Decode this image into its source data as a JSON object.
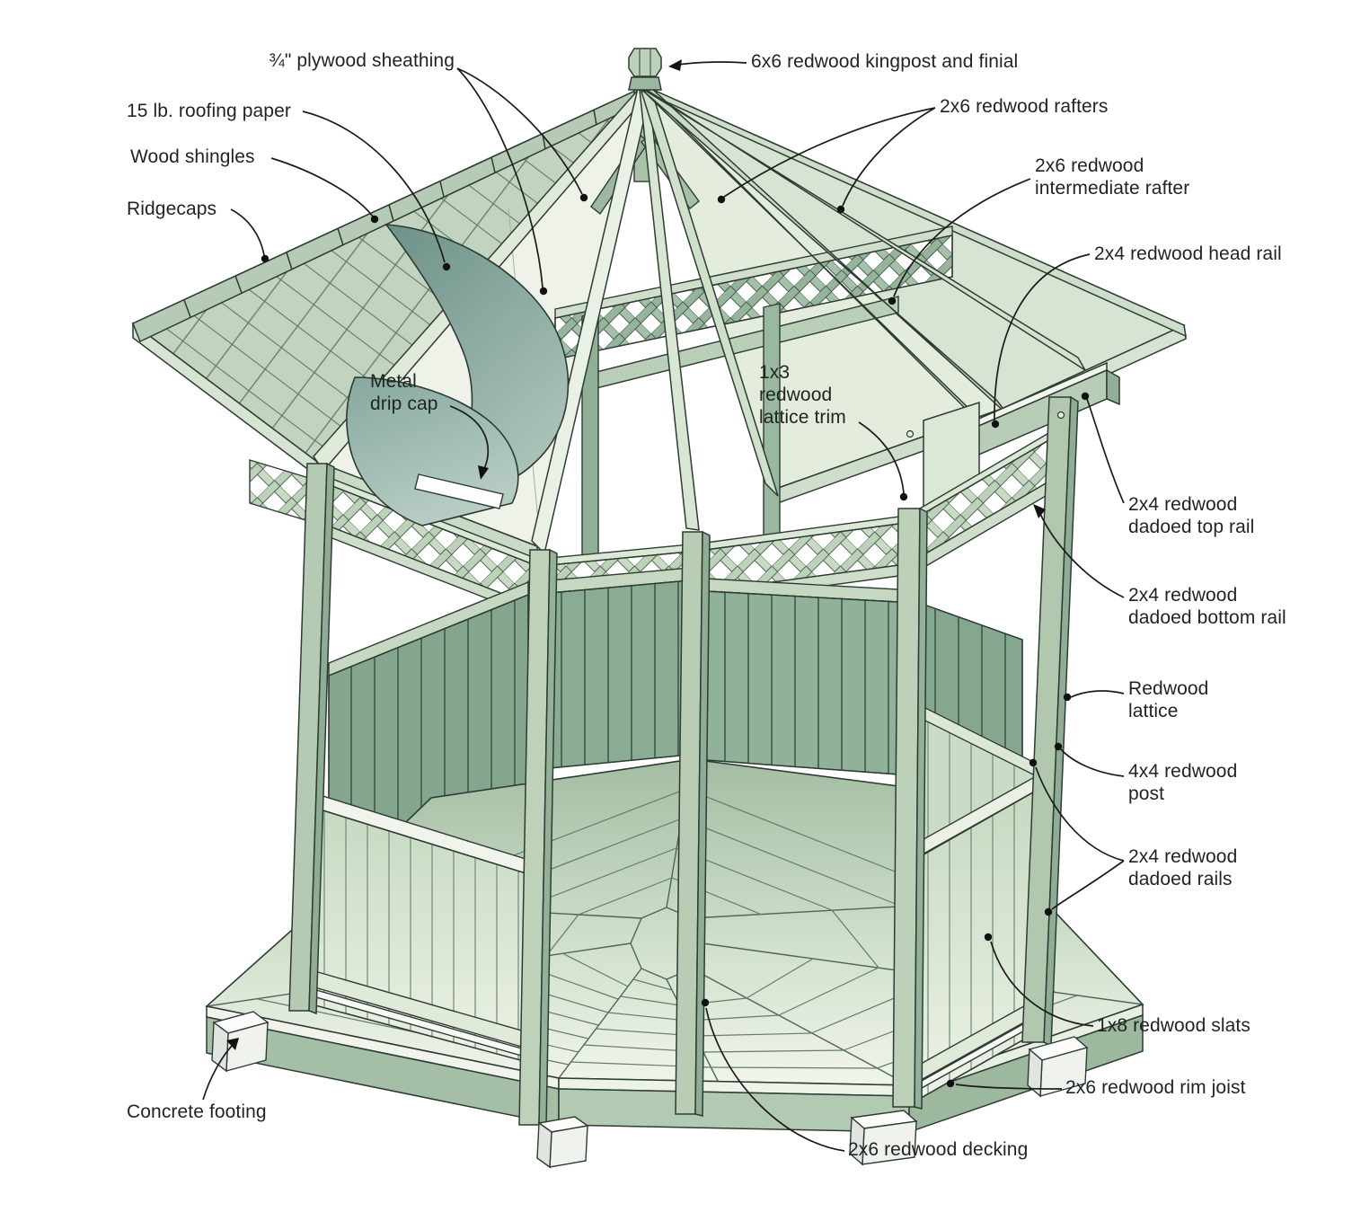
{
  "figure": {
    "labels": {
      "plywood_sheathing": "¾\" plywood sheathing",
      "roofing_paper": "15 lb. roofing paper",
      "wood_shingles": "Wood shingles",
      "ridgecaps": "Ridgecaps",
      "metal_drip_cap": "Metal\ndrip cap",
      "lattice_trim": "1x3\nredwood\nlattice trim",
      "kingpost": "6x6 redwood kingpost and finial",
      "rafters": "2x6 redwood rafters",
      "intermediate_rafter": "2x6 redwood\nintermediate rafter",
      "head_rail": "2x4 redwood head rail",
      "top_rail": "2x4 redwood\ndadoed top rail",
      "bottom_rail": "2x4 redwood\ndadoed bottom rail",
      "lattice": "Redwood\nlattice",
      "post": "4x4 redwood\npost",
      "dadoed_rails": "2x4 redwood\ndadoed rails",
      "slats": "1x8 redwood slats",
      "rim_joist": "2x6 redwood rim joist",
      "decking": "2x6 redwood decking",
      "footing": "Concrete footing"
    },
    "colors": {
      "ink": "#1f2421",
      "outline": "#2e3b33",
      "wood_light": "#e9f0e4",
      "wood_mid": "#b9cfb7",
      "wood_dark": "#86a791",
      "paper_teal": "#769a90",
      "background": "#ffffff"
    }
  }
}
